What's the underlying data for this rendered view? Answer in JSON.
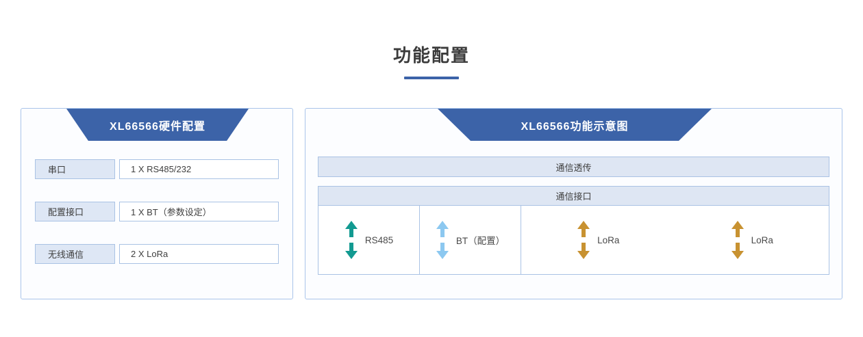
{
  "page": {
    "title": "功能配置"
  },
  "left_panel": {
    "banner_title": "XL66566硬件配置",
    "rows": [
      {
        "label": "串口",
        "value": "1 X RS485/232"
      },
      {
        "label": "配置接口",
        "value": "1 X BT（参数设定）"
      },
      {
        "label": "无线通信",
        "value": "2 X LoRa"
      }
    ]
  },
  "right_panel": {
    "banner_title": "XL66566功能示意图",
    "transparent_band": "通信透传",
    "interface_header": "通信接口",
    "ports": [
      {
        "label": "RS485",
        "arrow_color": "#129a91"
      },
      {
        "label": "BT（配置）",
        "arrow_color": "#8cc8f0"
      },
      {
        "label": "LoRa",
        "arrow_color": "#c89231"
      },
      {
        "label": "LoRa",
        "arrow_color": "#c89231"
      }
    ]
  },
  "colors": {
    "brand_blue": "#3c63a8",
    "panel_border": "#a9c4ea",
    "cell_fill": "#dee7f5",
    "teal": "#129a91",
    "light_blue": "#8cc8f0",
    "amber": "#c89231"
  }
}
